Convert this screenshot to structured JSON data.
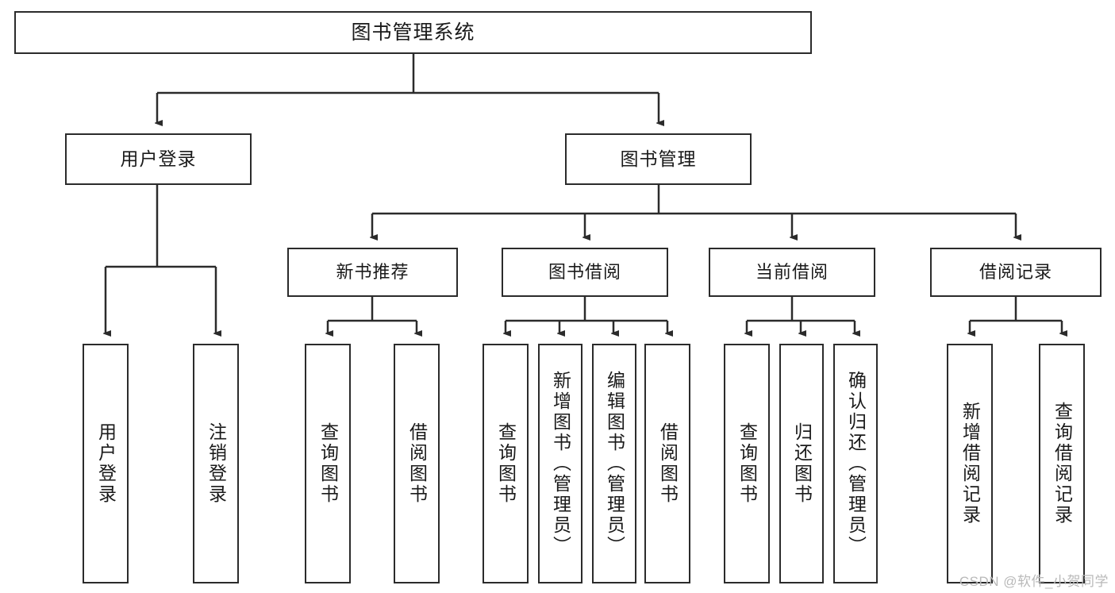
{
  "diagram": {
    "title": "图书管理系统",
    "watermark": "CSDN @软件_小贺同学",
    "line_color": "#2b2b2b",
    "box_border_color": "#2b2b2b",
    "box_fill_color": "#ffffff",
    "text_color": "#1a1a1a",
    "watermark_color": "#b9b9b9"
  },
  "nodes": {
    "root": {
      "label": "图书管理系统"
    },
    "level1": [
      {
        "label": "用户登录"
      },
      {
        "label": "图书管理"
      }
    ],
    "level2": [
      {
        "label": "新书推荐"
      },
      {
        "label": "图书借阅"
      },
      {
        "label": "当前借阅"
      },
      {
        "label": "借阅记录"
      }
    ],
    "leaves": {
      "user_login": [
        {
          "label": "用户登录"
        },
        {
          "label": "注销登录"
        }
      ],
      "new_book_recommend": [
        {
          "label": "查询图书"
        },
        {
          "label": "借阅图书"
        }
      ],
      "book_borrow": [
        {
          "label": "查询图书"
        },
        {
          "label": "新增图书（管理员）"
        },
        {
          "label": "编辑图书（管理员）"
        },
        {
          "label": "借阅图书"
        }
      ],
      "current_borrow": [
        {
          "label": "查询图书"
        },
        {
          "label": "归还图书"
        },
        {
          "label": "确认归还（管理员）"
        }
      ],
      "borrow_record": [
        {
          "label": "新增借阅记录"
        },
        {
          "label": "查询借阅记录"
        }
      ]
    }
  }
}
